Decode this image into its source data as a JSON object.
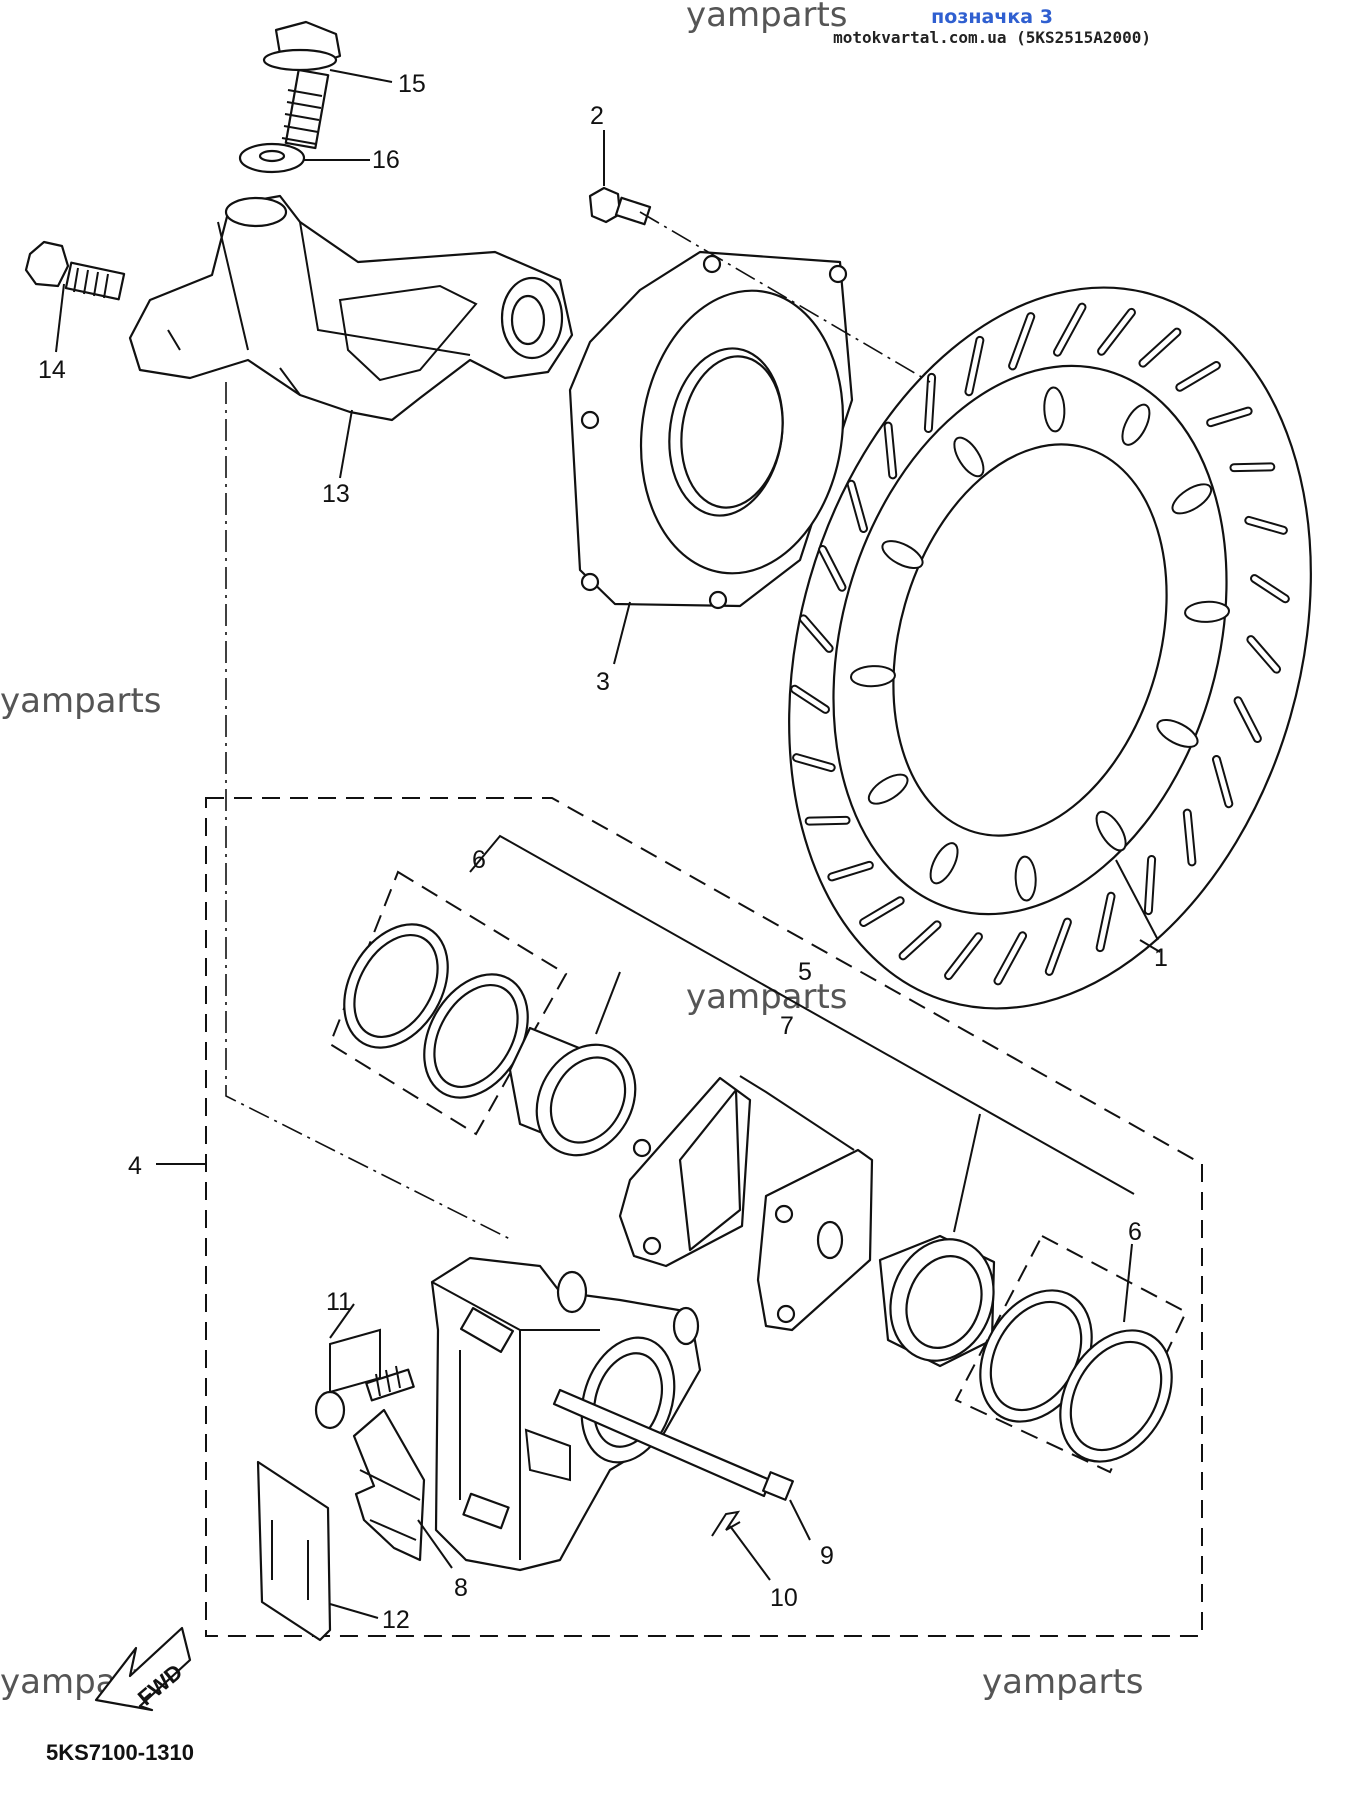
{
  "header": {
    "title": "позначка 3",
    "source": "motokvartal.com.ua (5KS2515A2000)"
  },
  "watermarks": [
    "yamparts",
    "yamparts",
    "yamparts",
    "yamparts",
    "yamparts",
    "yamparts"
  ],
  "diagram_code": "5KS7100-1310",
  "fwd_label": "FWD",
  "callouts": {
    "p1": "1",
    "p2": "2",
    "p3": "3",
    "p4": "4",
    "p5": "5",
    "p6a": "6",
    "p6b": "6",
    "p7": "7",
    "p8": "8",
    "p9": "9",
    "p10": "10",
    "p11": "11",
    "p12": "12",
    "p13": "13",
    "p14": "14",
    "p15": "15",
    "p16": "16"
  }
}
